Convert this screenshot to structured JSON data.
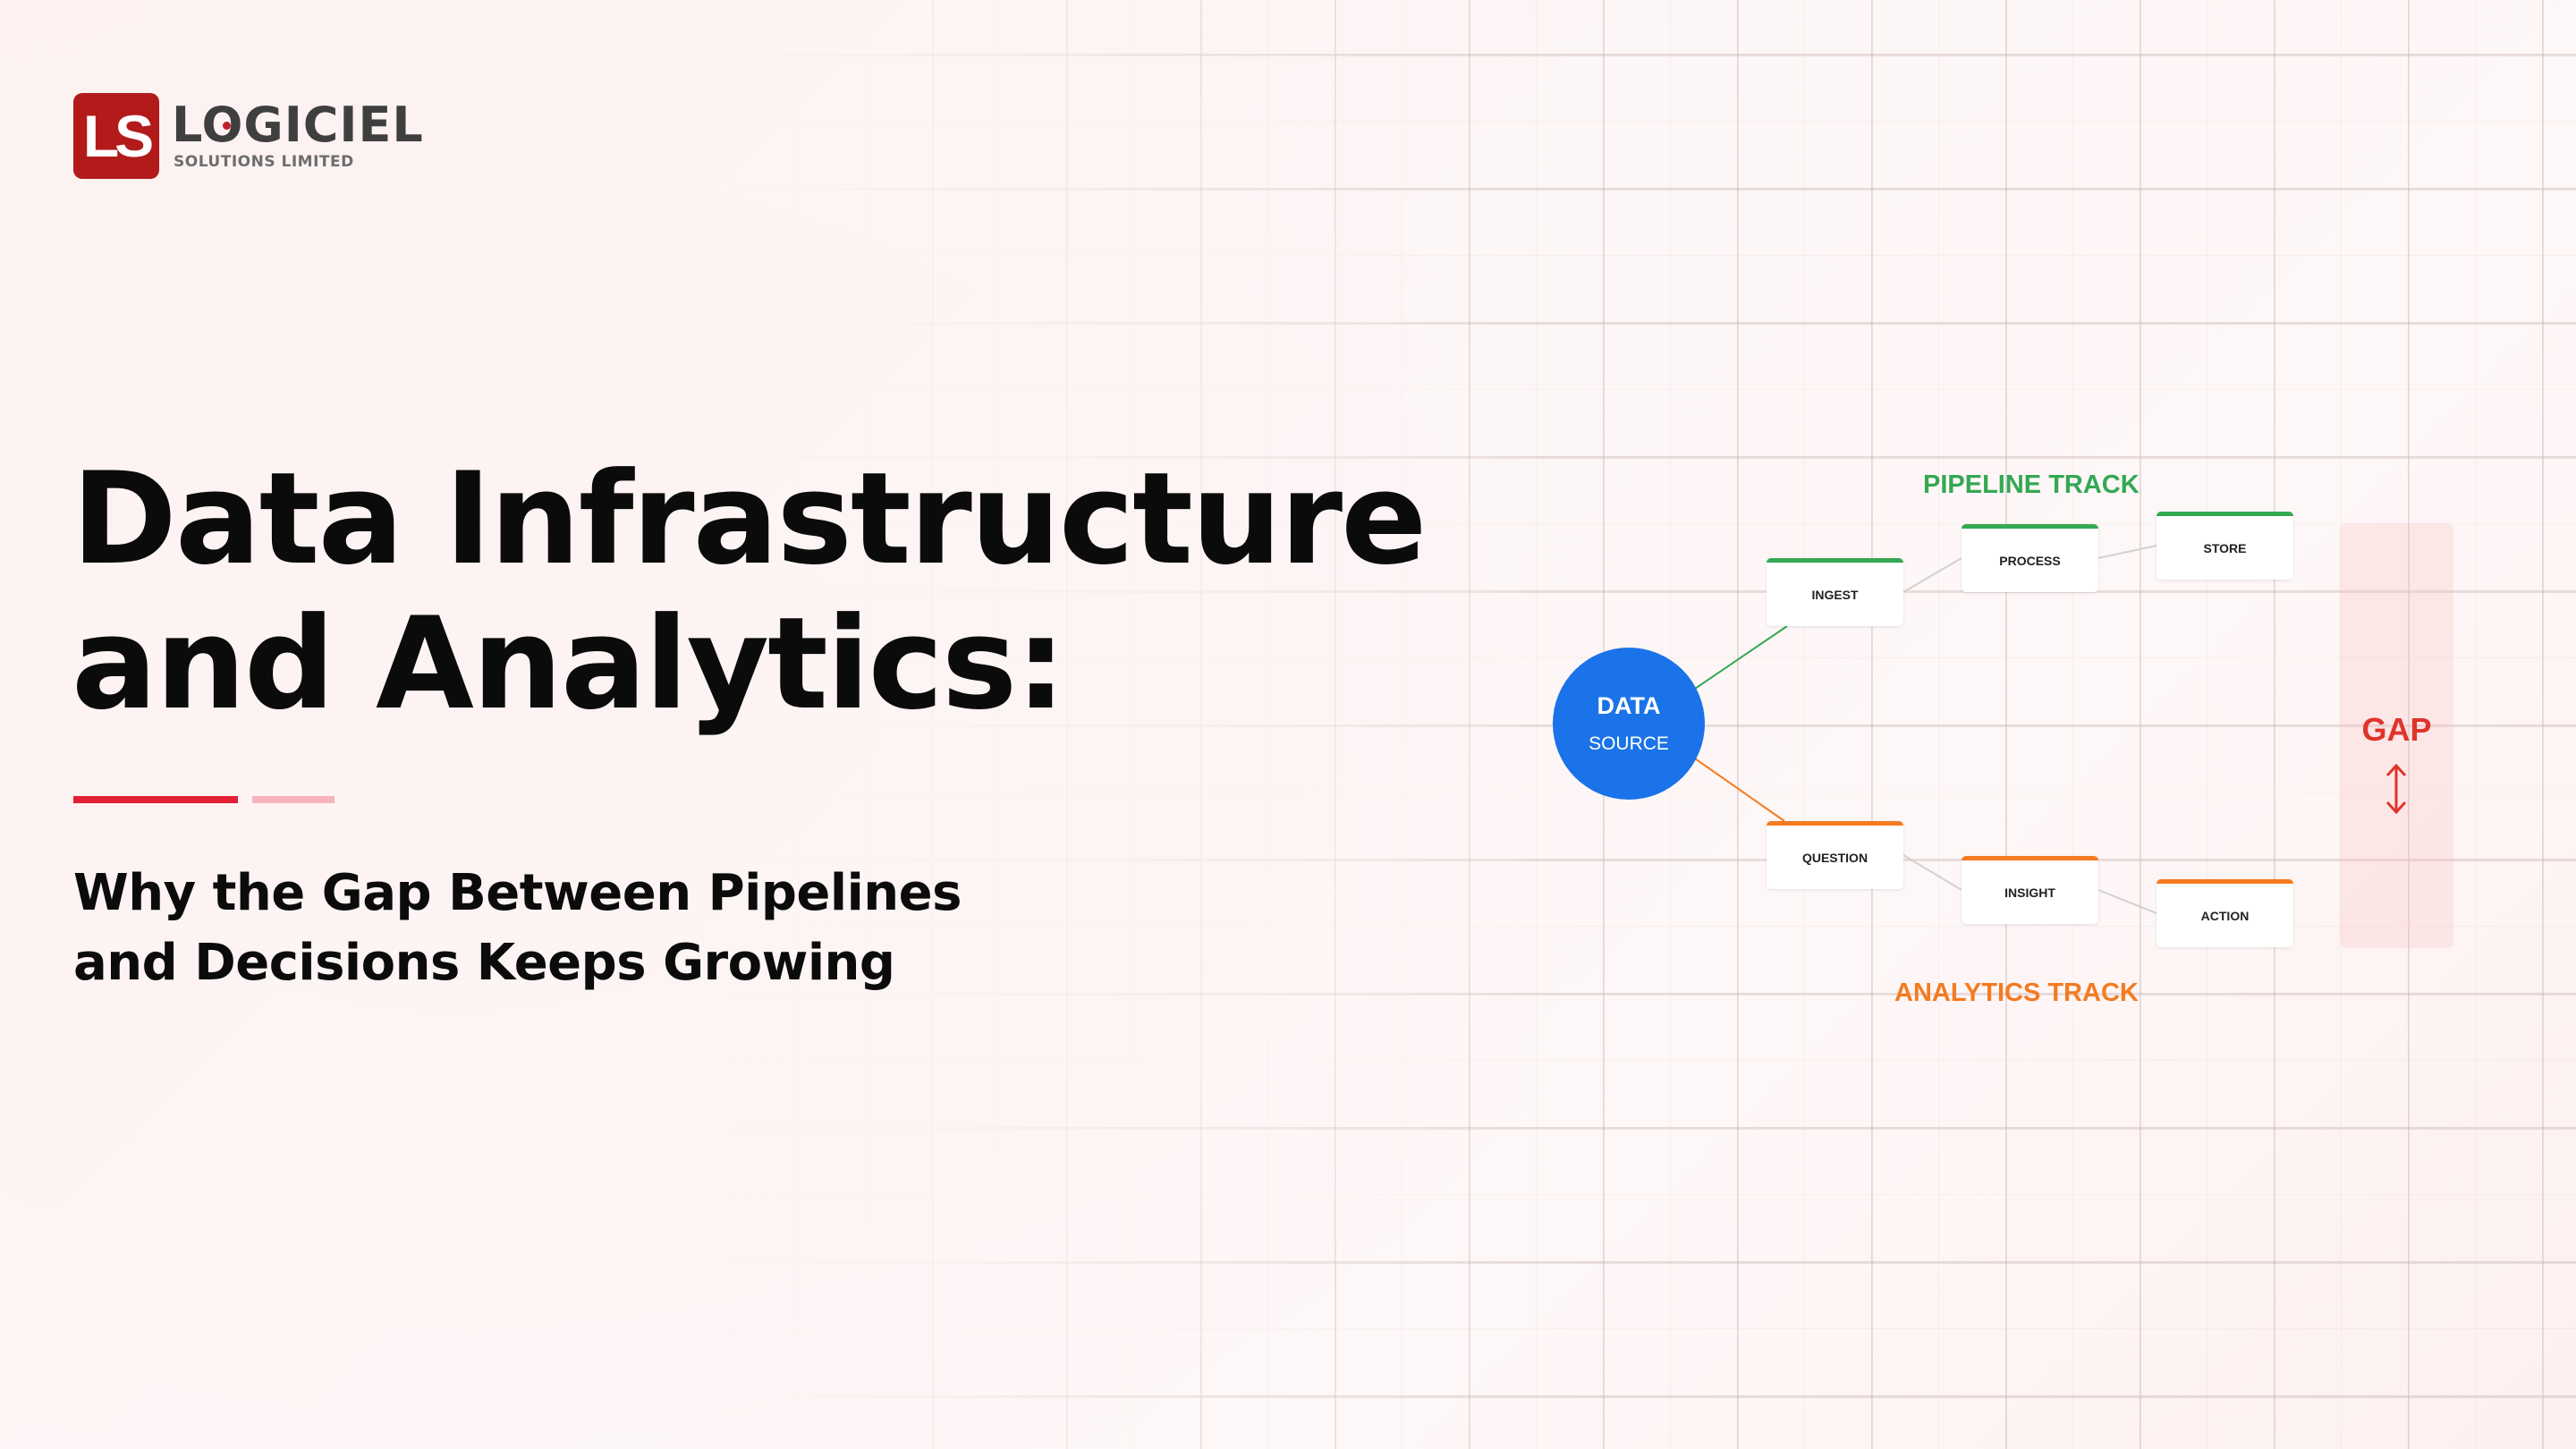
{
  "logo": {
    "mark": "LS",
    "name": "LOGICIEL",
    "subtitle": "SOLUTIONS LIMITED",
    "brand_color": "#b31b1b"
  },
  "hero": {
    "title_line1": "Data Infrastructure",
    "title_line2": "and Analytics:",
    "subtitle_line1": "Why the Gap Between Pipelines",
    "subtitle_line2": "and Decisions Keeps Growing",
    "accent_color": "#e21f35",
    "accent_light_color": "#f6b3bb"
  },
  "diagram": {
    "source": {
      "line1": "DATA",
      "line2": "SOURCE",
      "color": "#1a73e8"
    },
    "pipeline_track": {
      "label": "PIPELINE TRACK",
      "color": "#34a853",
      "nodes": [
        "INGEST",
        "PROCESS",
        "STORE"
      ]
    },
    "analytics_track": {
      "label": "ANALYTICS TRACK",
      "color": "#f47b20",
      "nodes": [
        "QUESTION",
        "INSIGHT",
        "ACTION"
      ]
    },
    "gap": {
      "label": "GAP",
      "icon": "up-down-arrow-icon",
      "color": "#e0342b"
    }
  }
}
